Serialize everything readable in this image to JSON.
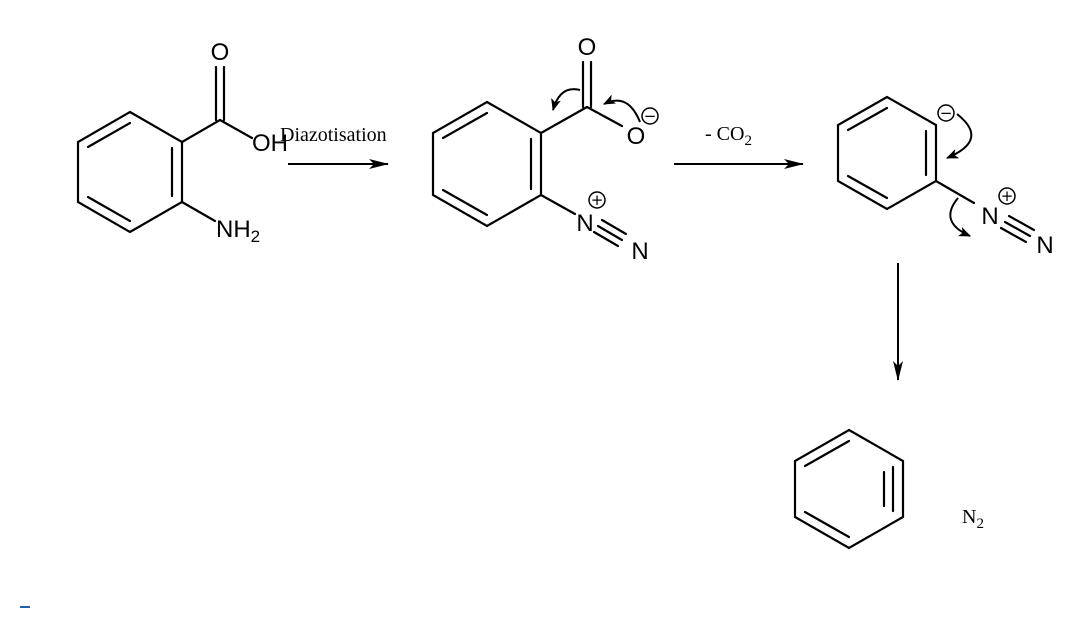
{
  "molecules": {
    "anthranilic_acid": {
      "o_carbonyl": "O",
      "oh": "OH",
      "nh": "NH",
      "nh_sub": "2"
    },
    "diazonium_carboxylate": {
      "o_carbonyl": "O",
      "o_anion": "O",
      "n1": "N",
      "n2": "N"
    },
    "aryl_anion_diazonium": {
      "n1": "N",
      "n2": "N"
    },
    "benzyne": {}
  },
  "charges": {
    "minus": "−",
    "plus": "+"
  },
  "reagents": {
    "step1": "Diazotisation",
    "step2_prefix": "- CO",
    "step2_sub": "2"
  },
  "byproduct": {
    "symbol": "N",
    "sub": "2"
  }
}
